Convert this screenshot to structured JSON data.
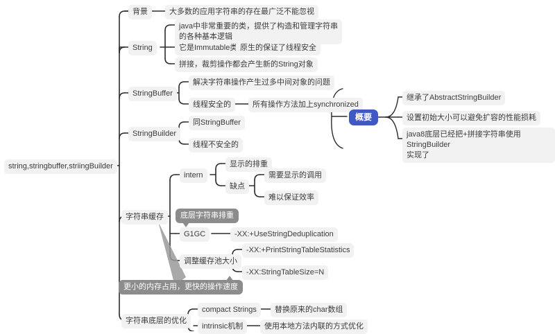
{
  "diagram": {
    "type": "mind-map",
    "title": "string,stringbuffer,striingBuilder",
    "colors": {
      "background": "#ffffff",
      "node_fill": "#f2f2f2",
      "node_text": "#3b3b3b",
      "accent_fill": "#4058c4",
      "accent_text": "#ffffff",
      "callout_fill": "#8c8c8c",
      "callout_text": "#ffffff",
      "link": "#2b2b2b",
      "pointer": "#9a9a9a"
    }
  },
  "root": {
    "label": "string,stringbuffer,striingBuilder"
  },
  "nodes": {
    "background": {
      "label": "背景"
    },
    "background_detail": {
      "label": "大多数的应用字符串的存在最广泛不能忽视"
    },
    "string": {
      "label": "String"
    },
    "string_d1": {
      "label": "java中非常重要的类，提供了构造和管理字符串\n的各种基本逻辑"
    },
    "string_d2": {
      "label": "它是Immutable类"
    },
    "string_d2_leaf": {
      "label": "原生的保证了线程安全"
    },
    "string_d3": {
      "label": "拼接，裁剪操作都会产生新的String对象"
    },
    "stringbuffer": {
      "label": "StringBuffer"
    },
    "stringbuffer_d1": {
      "label": "解决字符串操作产生过多中间对象的问题"
    },
    "stringbuffer_d2": {
      "label": "线程安全的"
    },
    "stringbuffer_d2_leaf": {
      "label": "所有操作方法加上synchronized"
    },
    "stringbuilder": {
      "label": "StringBuilder"
    },
    "stringbuilder_d1": {
      "label": "同StringBuffer"
    },
    "stringbuilder_d2": {
      "label": "线程不安全的"
    },
    "summary": {
      "label": "概要"
    },
    "summary_d1": {
      "label": "继承了AbstractStringBuilder"
    },
    "summary_d2": {
      "label": "设置初始大小可以避免扩容的性能损耗"
    },
    "summary_d3": {
      "label": "java8底层已经把+拼接字符串使用StringBuilder\n实现了"
    },
    "cache": {
      "label": "字符串缓存"
    },
    "intern": {
      "label": "intern"
    },
    "intern_d1": {
      "label": "显示的排重"
    },
    "intern_d2": {
      "label": "缺点"
    },
    "intern_d2_l1": {
      "label": "需要显示的调用"
    },
    "intern_d2_l2": {
      "label": "难以保证效率"
    },
    "g1gc": {
      "label": "G1GC"
    },
    "g1gc_leaf": {
      "label": "-XX:+UseStringDeduplication"
    },
    "pool_size": {
      "label": "调整缓存池大小"
    },
    "pool_size_l1": {
      "label": "-XX:+PrintStringTableStatistics"
    },
    "pool_size_l2": {
      "label": "-XX:StringTableSize=N"
    },
    "lowlevel": {
      "label": "字符串底层的优化"
    },
    "lowlevel_d1": {
      "label": "compact Strings"
    },
    "lowlevel_d1_leaf": {
      "label": "替换原来的char数组"
    },
    "lowlevel_d2": {
      "label": "intrinsic机制"
    },
    "lowlevel_d2_leaf": {
      "label": "使用本地方法内联的方式优化"
    }
  },
  "callouts": {
    "dedup": {
      "label": "底层字符串排重"
    },
    "memory": {
      "label": "更小的内存占用，更快的操作速度"
    }
  }
}
